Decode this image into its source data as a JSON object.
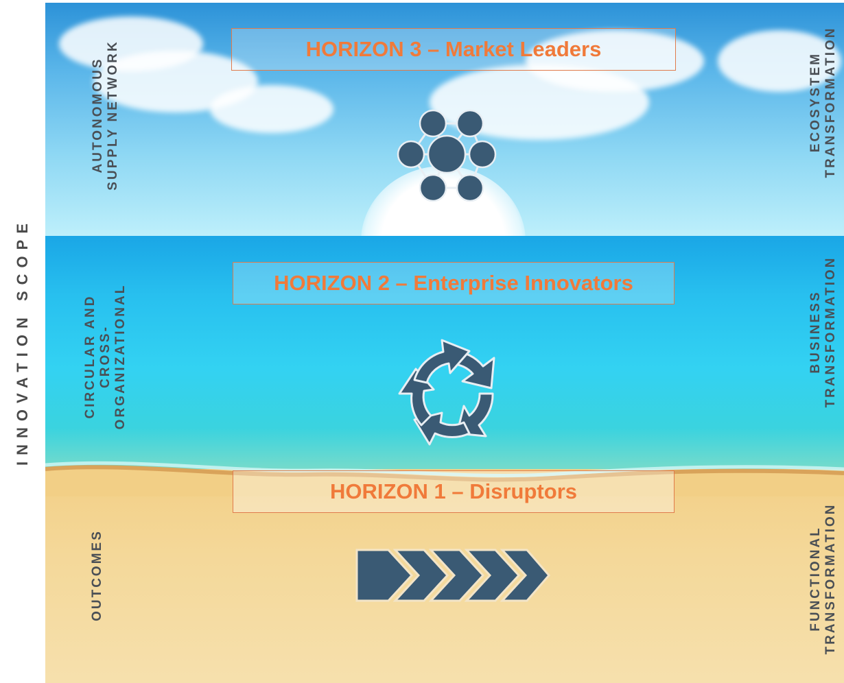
{
  "axis": {
    "label": "INNOVATION SCOPE"
  },
  "horizons": [
    {
      "title": "HORIZON 3 – Market Leaders",
      "left": [
        "AUTONOMOUS",
        "SUPPLY NETWORK"
      ],
      "right": [
        "ECOSYSTEM",
        "TRANSFORMATION"
      ],
      "icon": "network-icon"
    },
    {
      "title": "HORIZON 2 – Enterprise Innovators",
      "left": [
        "CIRCULAR AND",
        "CROSS-",
        "ORGANIZATIONAL"
      ],
      "right": [
        "BUSINESS",
        "TRANSFORMATION"
      ],
      "icon": "cycle-arrows-icon"
    },
    {
      "title": "HORIZON 1 – Disruptors",
      "left": [
        "OUTCOMES"
      ],
      "right": [
        "FUNCTIONAL",
        "TRANSFORMATION"
      ],
      "icon": "chevron-arrows-icon"
    }
  ],
  "colors": {
    "title_text": "#f07a3a",
    "title_border": "#e07a4a",
    "icon_fill": "#3a5a74",
    "label_text": "#4a4f55"
  }
}
